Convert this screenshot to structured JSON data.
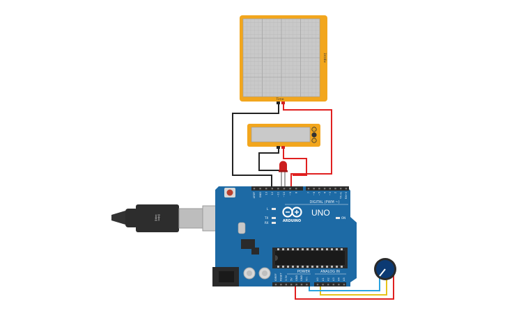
{
  "oscilloscope": {
    "time_label": "Time",
    "volts_label": "1V/div",
    "colors": {
      "frame": "#f2a61d",
      "screen": "#c9c9c9",
      "grid": "#b3b3b3"
    }
  },
  "multimeter": {
    "colors": {
      "frame": "#f2a61d",
      "screen": "#c9c9c9"
    }
  },
  "arduino": {
    "brand": "ARDUINO",
    "model": "UNO",
    "digital_label": "DIGITAL (PWM ~)",
    "power_label": "POWER",
    "analog_label": "ANALOG IN",
    "on_label": "ON",
    "l_label": "L",
    "tx_label": "TX",
    "rx_label": "RX",
    "power_pins": [
      "IOREF",
      "RESET",
      "3.3V",
      "5V",
      "GND",
      "GND",
      "Vin"
    ],
    "analog_pins": [
      "A0",
      "A1",
      "A2",
      "A3",
      "A4",
      "A5"
    ],
    "digital_pins_left": [
      "AREF",
      "GND",
      "13",
      "12",
      "~11",
      "~10",
      "~9",
      "8"
    ],
    "digital_pins_right": [
      "7",
      "~6",
      "~5",
      "4",
      "~3",
      "2",
      "TX→1",
      "RX←0"
    ],
    "colors": {
      "board": "#1d6aa5",
      "board_dark": "#155689",
      "header": "#2b2b2b",
      "reset": "#b84030"
    }
  },
  "led": {
    "color": "#cc1f1f"
  },
  "potentiometer": {
    "colors": {
      "body": "#0c3a73",
      "ring": "#2a2a2a"
    }
  },
  "usb_cable": {
    "colors": {
      "plug": "#2d2d2d",
      "metal": "#bdbdbd"
    }
  },
  "wires": {
    "colors": {
      "black": "#222222",
      "red": "#e02020",
      "blue": "#29a3e0",
      "yellow": "#e6c21a",
      "dark_red": "#c0392b"
    }
  }
}
